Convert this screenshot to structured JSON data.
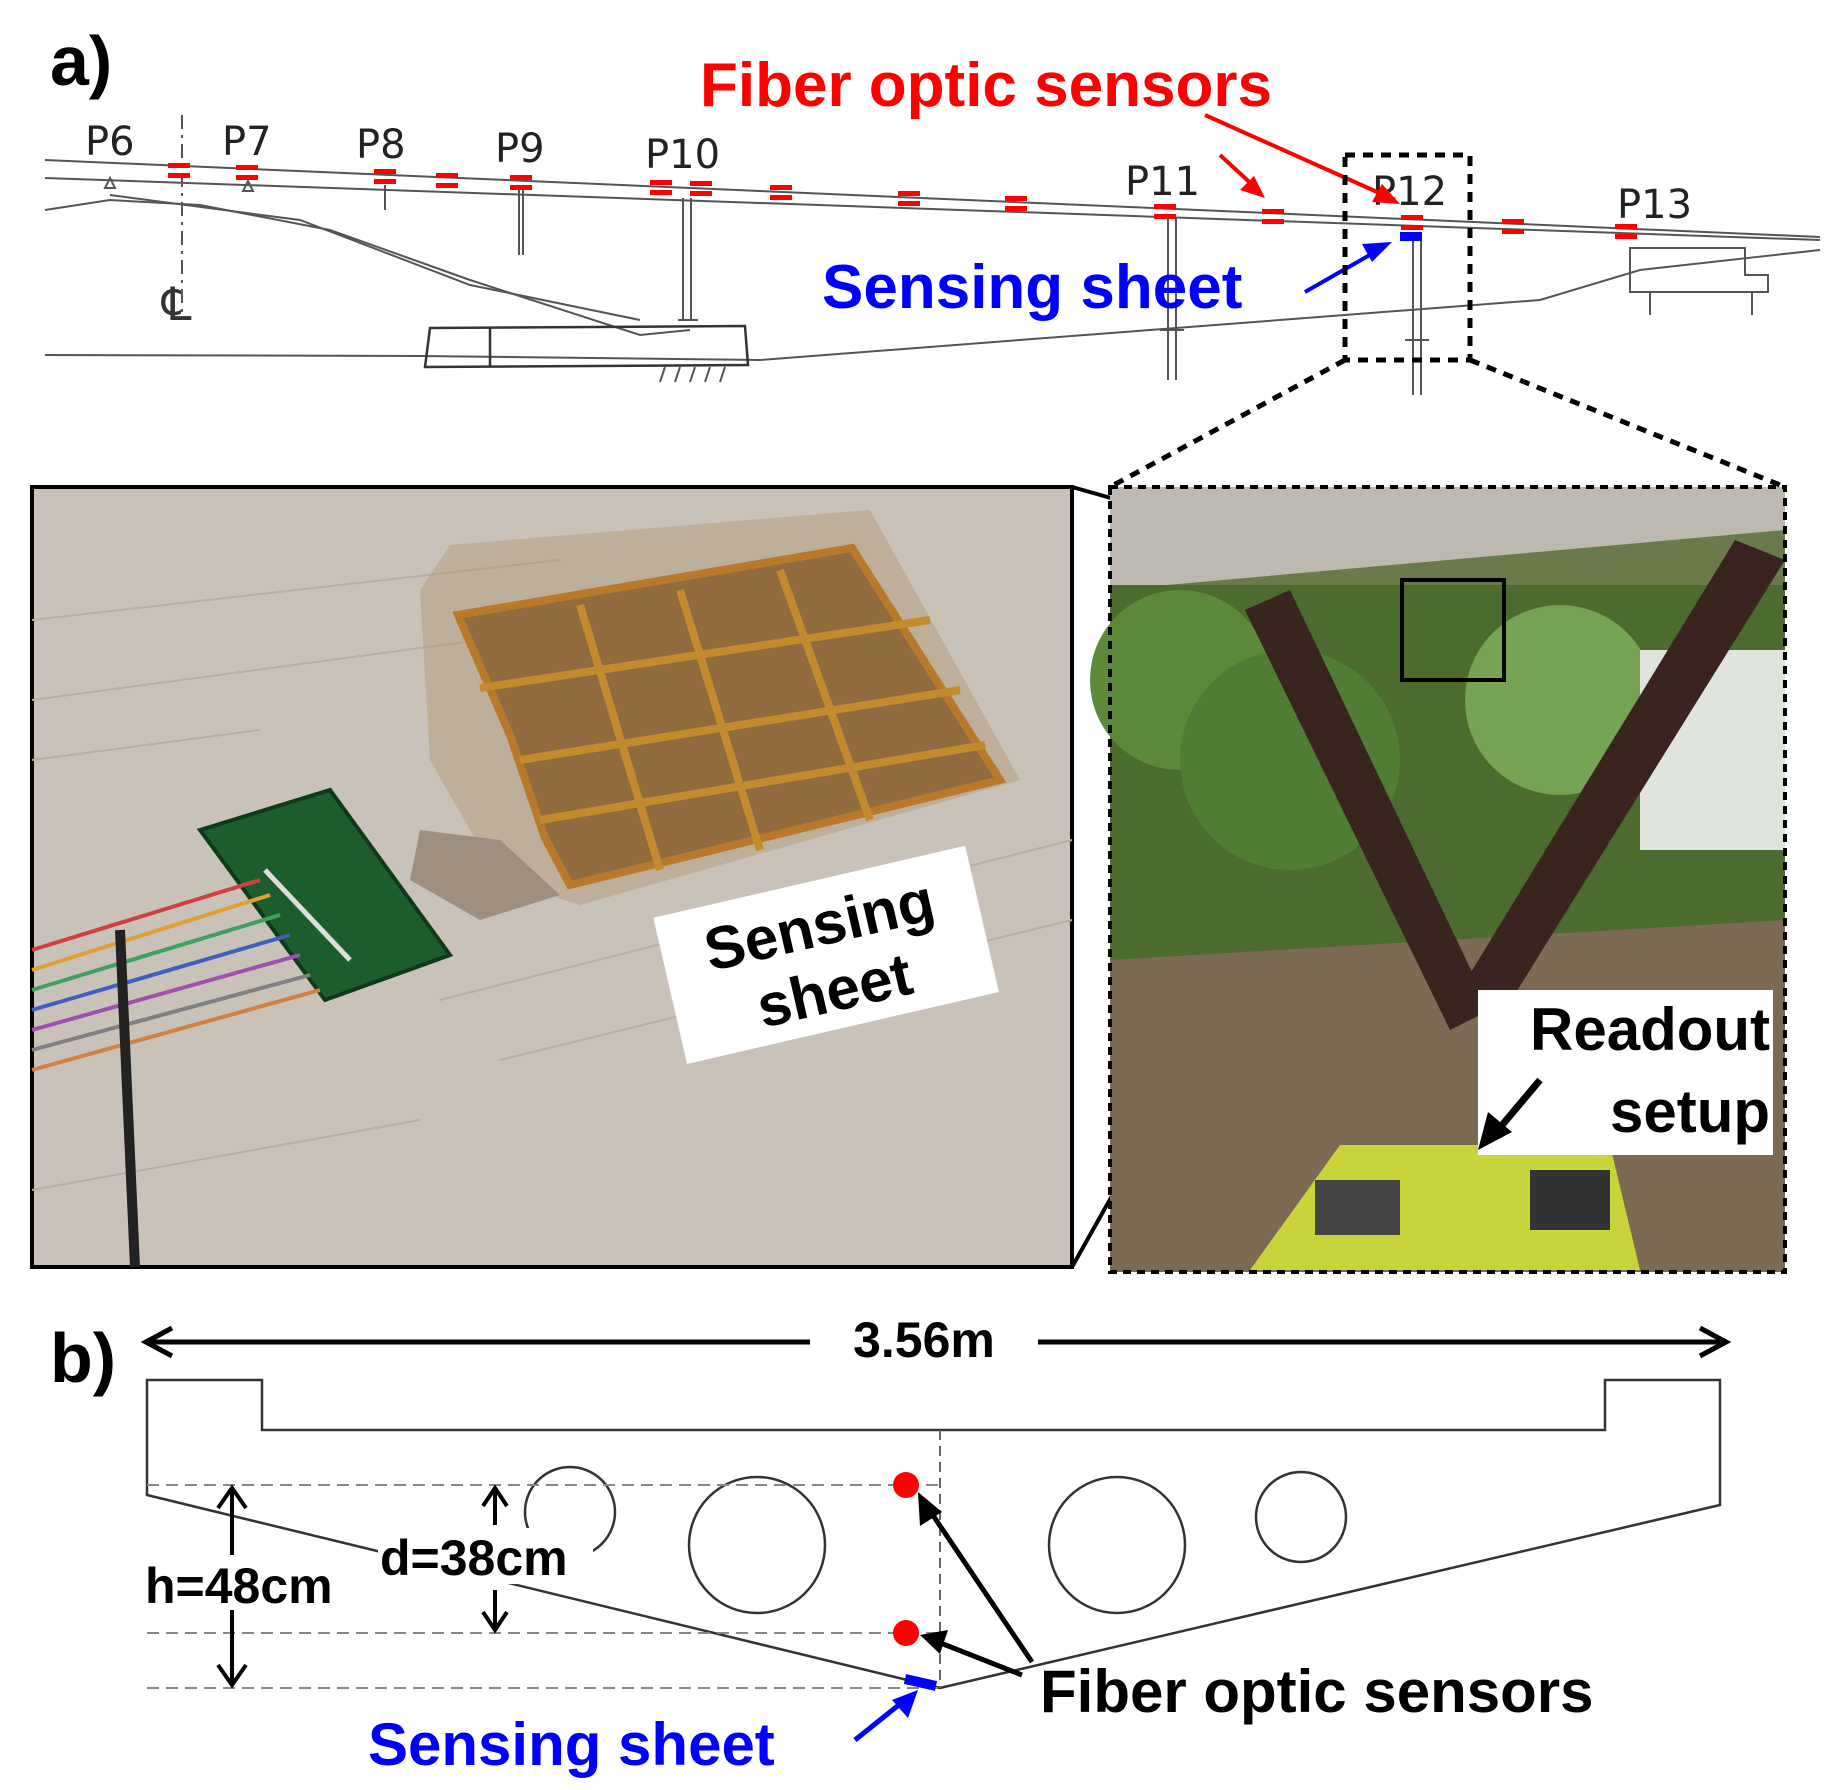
{
  "panel_a": {
    "label": "a)",
    "piers": [
      "P6",
      "P7",
      "P8",
      "P9",
      "P10",
      "P11",
      "P12",
      "P13"
    ],
    "centerline_symbol": "℄",
    "fiber_label": "Fiber optic sensors",
    "sheet_label": "Sensing sheet"
  },
  "photo_left": {
    "caption_line1": "Sensing",
    "caption_line2": "sheet"
  },
  "photo_right": {
    "caption_line1": "Readout",
    "caption_line2": "setup"
  },
  "panel_b": {
    "label": "b)",
    "width_label": "3.56m",
    "h_label": "h=48cm",
    "d_label": "d=38cm",
    "fiber_label": "Fiber optic sensors",
    "sheet_label": "Sensing sheet"
  },
  "colors": {
    "fiber": "#ff0000",
    "sheet": "#0000ff",
    "label_dark": "#000000"
  }
}
